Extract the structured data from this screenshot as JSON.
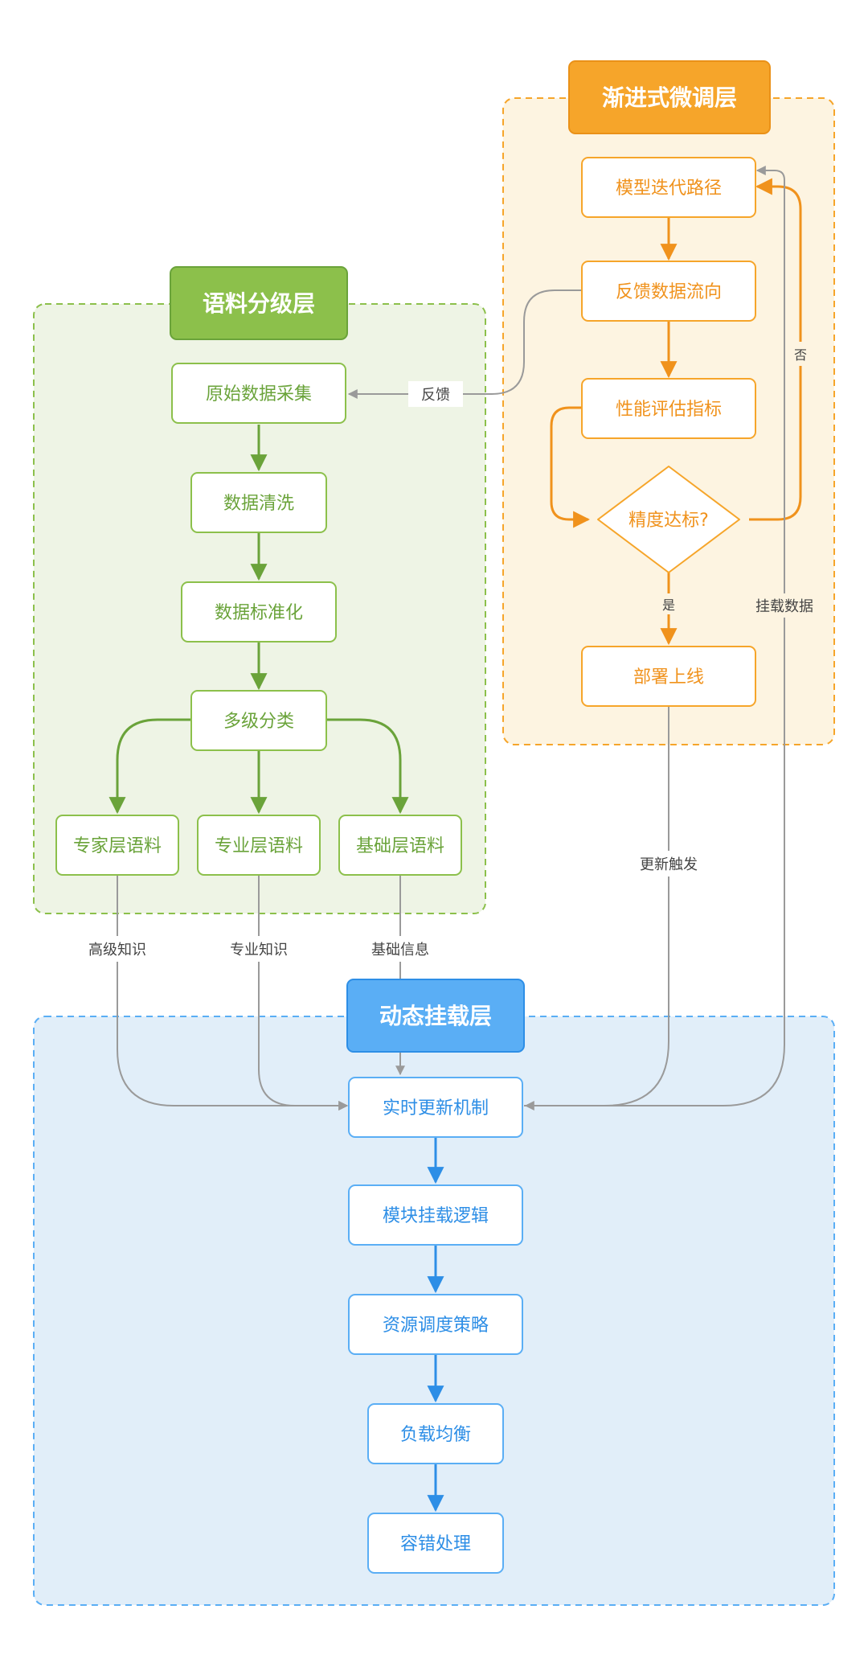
{
  "colors": {
    "green": "#8cc04b",
    "green_dark": "#6aa33a",
    "green_bg": "#eef4e5",
    "orange": "#f6a52a",
    "orange_dark": "#f0921c",
    "orange_bg": "#fdf4e1",
    "blue": "#5aaef5",
    "blue_dark": "#2d8ee6",
    "blue_bg": "#e1eef9",
    "gray_edge": "#9a9a9a"
  },
  "layers": {
    "corpus": {
      "title": "语料分级层"
    },
    "finetune": {
      "title": "渐进式微调层"
    },
    "mount": {
      "title": "动态挂载层"
    }
  },
  "nodes": {
    "raw_collect": "原始数据采集",
    "clean": "数据清洗",
    "standardize": "数据标准化",
    "multi_classify": "多级分类",
    "expert_corpus": "专家层语料",
    "pro_corpus": "专业层语料",
    "base_corpus": "基础层语料",
    "iter_path": "模型迭代路径",
    "feedback_flow": "反馈数据流向",
    "perf_metric": "性能评估指标",
    "accuracy_check": "精度达标?",
    "deploy": "部署上线",
    "realtime_update": "实时更新机制",
    "module_mount": "模块挂载逻辑",
    "resource_sched": "资源调度策略",
    "load_balance": "负载均衡",
    "fault_tolerance": "容错处理"
  },
  "edge_labels": {
    "feedback": "反馈",
    "no": "否",
    "yes": "是",
    "mount_data": "挂载数据",
    "update_trigger": "更新触发",
    "advanced_knowledge": "高级知识",
    "pro_knowledge": "专业知识",
    "base_info": "基础信息"
  }
}
